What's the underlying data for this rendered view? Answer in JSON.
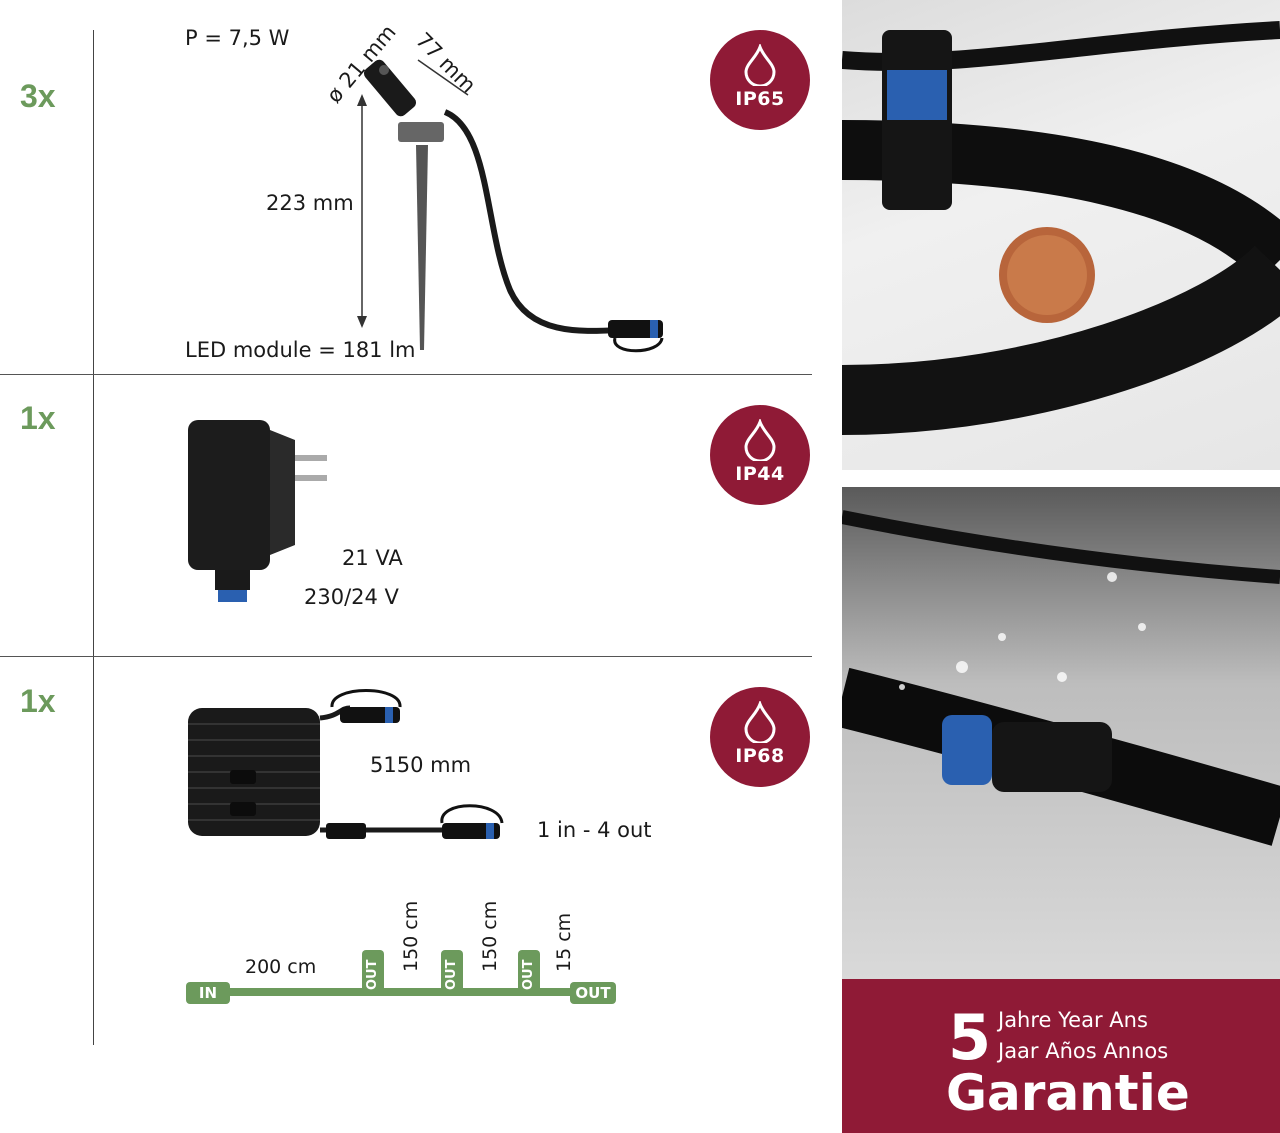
{
  "rows": [
    {
      "qty": "3x"
    },
    {
      "qty": "1x"
    },
    {
      "qty": "1x"
    }
  ],
  "spot": {
    "power": "P = 7,5 W",
    "diameter": "ø 21 mm",
    "length": "77 mm",
    "height": "223 mm",
    "module": "LED module = 181 lm"
  },
  "transformer": {
    "va": "21 VA",
    "voltage": "230/24 V"
  },
  "cable": {
    "length": "5150 mm",
    "io": "1 in - 4 out",
    "diagram": {
      "in_tag": "IN",
      "out_tag": "OUT",
      "out_small": [
        "OUT",
        "OUT",
        "OUT"
      ],
      "seg_200": "200 cm",
      "seg_150a": "150 cm",
      "seg_150b": "150 cm",
      "seg_15": "15 cm"
    }
  },
  "badges": [
    "IP65",
    "IP44",
    "IP68"
  ],
  "guarantee": {
    "number": "5",
    "line1": "Jahre Year Ans",
    "line2": "Jaar Años Annos",
    "word": "Garantie"
  },
  "colors": {
    "brand": "#8f1a36",
    "green": "#6c9a5c"
  },
  "icons": [
    "water-drop-icon"
  ]
}
